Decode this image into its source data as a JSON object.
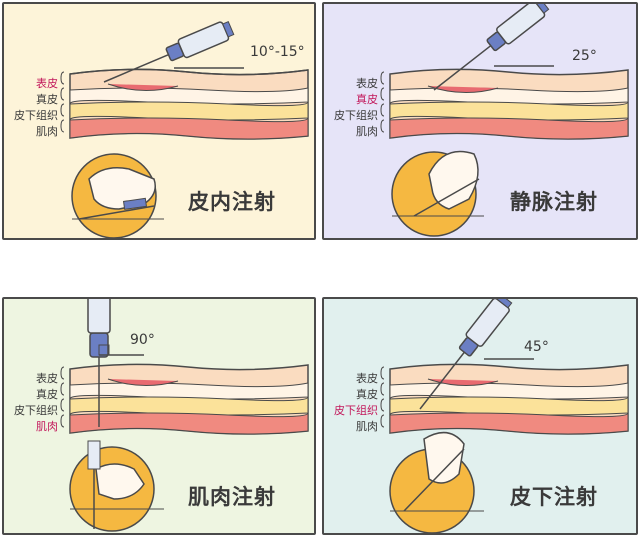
{
  "colors": {
    "intradermal_bg": "#fdf4d9",
    "intravenous_bg": "#e6e4f8",
    "intramuscular_bg": "#eef5e1",
    "subcutaneous_bg": "#e1f0ee",
    "highlight_label": "#c2185b",
    "muscle": "#f08a80",
    "fat": "#fbe29a",
    "epidermis": "#fadcc0",
    "dermis": "#fff4e6",
    "syringe_plunger": "#6b7fc4",
    "circle": "#f5b841"
  },
  "layers": [
    "表皮",
    "真皮",
    "皮下组织",
    "肌肉"
  ],
  "panels": [
    {
      "id": "intradermal",
      "title": "皮内注射",
      "angle": "10°-15°",
      "highlight": "表皮"
    },
    {
      "id": "intravenous",
      "title": "静脉注射",
      "angle": "25°",
      "highlight": "真皮"
    },
    {
      "id": "intramuscular",
      "title": "肌肉注射",
      "angle": "90°",
      "highlight": "肌肉"
    },
    {
      "id": "subcutaneous",
      "title": "皮下注射",
      "angle": "45°",
      "highlight": "皮下组织"
    }
  ]
}
